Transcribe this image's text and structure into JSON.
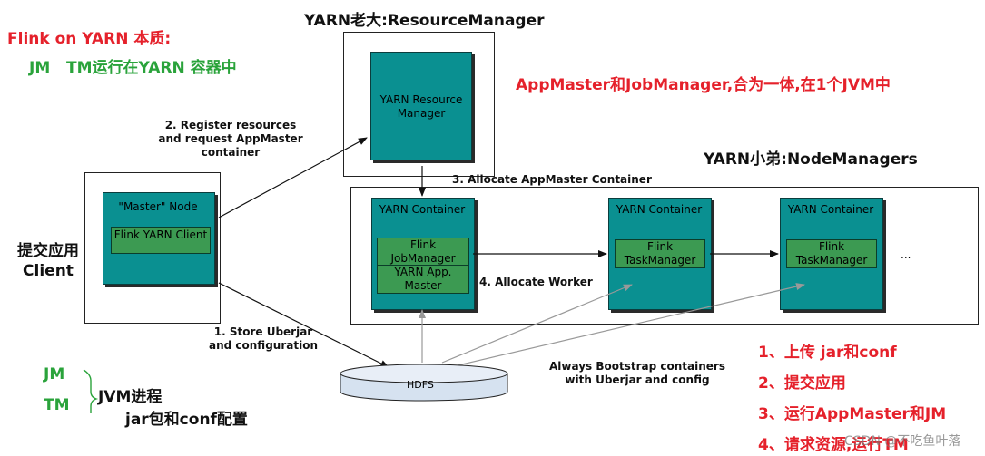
{
  "top_left": {
    "title": "Flink on YARN 本质:",
    "subtitle": "JM   TM运行在YARN 容器中"
  },
  "resource_manager": {
    "heading": "YARN老大:ResourceManager",
    "box_label": "YARN Resource Manager"
  },
  "appmaster_note": "AppMaster和JobManager,合为一体,在1个JVM中",
  "node_managers_heading": "YARN小弟:NodeManagers",
  "client": {
    "label_cn": "提交应用",
    "label_en": "Client",
    "master_node": "\"Master\" Node",
    "yarn_client": "Flink YARN Client"
  },
  "containers": [
    {
      "title": "YARN Container",
      "inner_top": "Flink JobManager",
      "inner_bottom": "YARN App. Master"
    },
    {
      "title": "YARN Container",
      "inner_top": "Flink TaskManager"
    },
    {
      "title": "YARN Container",
      "inner_top": "Flink TaskManager"
    }
  ],
  "ellipsis": "...",
  "hdfs": "HDFS",
  "arrows": {
    "register": "2. Register resources and request AppMaster container",
    "allocate_am": "3. Allocate AppMaster Container",
    "allocate_worker": "4. Allocate Worker",
    "store": "1. Store Uberjar and configuration",
    "bootstrap": "Always Bootstrap containers with Uberjar and config"
  },
  "bottom_left": {
    "jm": "JM",
    "tm": "TM",
    "jvm": "JVM进程",
    "jar": "jar包和conf配置"
  },
  "steps": [
    "1、上传 jar和conf",
    "2、提交应用",
    "3、运行AppMaster和JM",
    "4、请求资源,运行TM"
  ],
  "watermark": "CSDN @不吃鱼叶落",
  "colors": {
    "teal": "#0a9091",
    "green_box": "#3c9a52",
    "red": "#e5212b",
    "green": "#2aa33b"
  }
}
